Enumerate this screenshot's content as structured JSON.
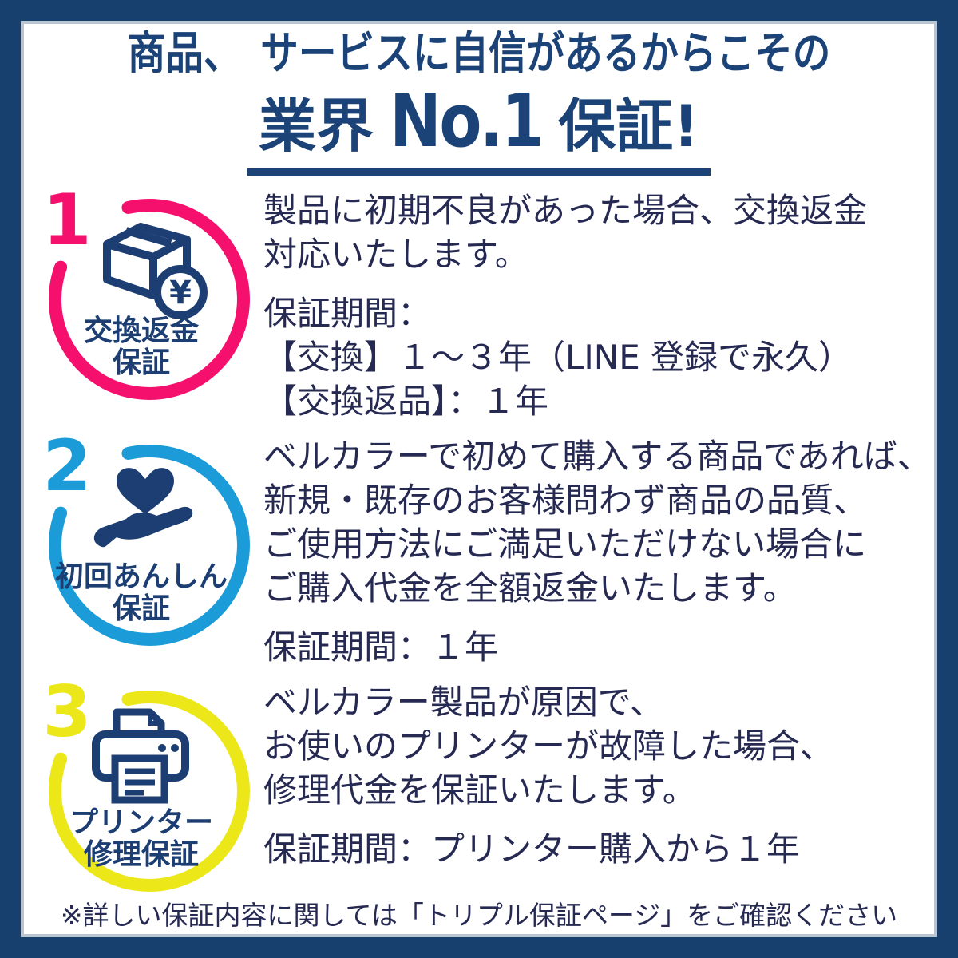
{
  "header": {
    "line1": "商品、　サービスに自信があるからこその",
    "line2_prefix": "業界",
    "line2_no1": "No.1",
    "line2_suffix": "保証!"
  },
  "guarantees": [
    {
      "number": "1",
      "color": "#f5106e",
      "icon": "package-refund-icon",
      "coin_symbol": "¥",
      "label_line1": "交換返金",
      "label_line2": "保証",
      "description_lines": [
        "製品に初期不良があった場合、交換返金",
        "対応いたします。"
      ],
      "period_lines": [
        "保証期間：",
        "【交換】１～３年（LINE 登録で永久）",
        "【交換返品】：１年"
      ]
    },
    {
      "number": "2",
      "color": "#1b9cd9",
      "icon": "heart-in-hand-icon",
      "label_line1": "初回あんしん",
      "label_line2": "保証",
      "description_lines": [
        "ベルカラーで初めて購入する商品であれば、",
        "新規・既存のお客様問わず商品の品質、",
        "ご使用方法にご満足いただけない場合に",
        "ご購入代金を全額返金いたします。"
      ],
      "period_lines": [
        "保証期間：１年"
      ]
    },
    {
      "number": "3",
      "color": "#ece719",
      "icon": "printer-icon",
      "label_line1": "プリンター",
      "label_line2": "修理保証",
      "description_lines": [
        "ベルカラー製品が原因で、",
        "お使いのプリンターが故障した場合、",
        "修理代金を保証いたします。"
      ],
      "period_lines": [
        "保証期間：プリンター購入から１年"
      ]
    }
  ],
  "footer": {
    "note": "※詳しい保証内容に関しては「トリプル保証ページ」をご確認ください"
  },
  "colors": {
    "frame_navy": "#17406f",
    "title_navy": "#1b4377",
    "body_text": "#262a52",
    "icon_navy": "#1c3e73",
    "ring_pink": "#f5106e",
    "ring_blue": "#1b9cd9",
    "ring_yellow": "#ece719"
  }
}
